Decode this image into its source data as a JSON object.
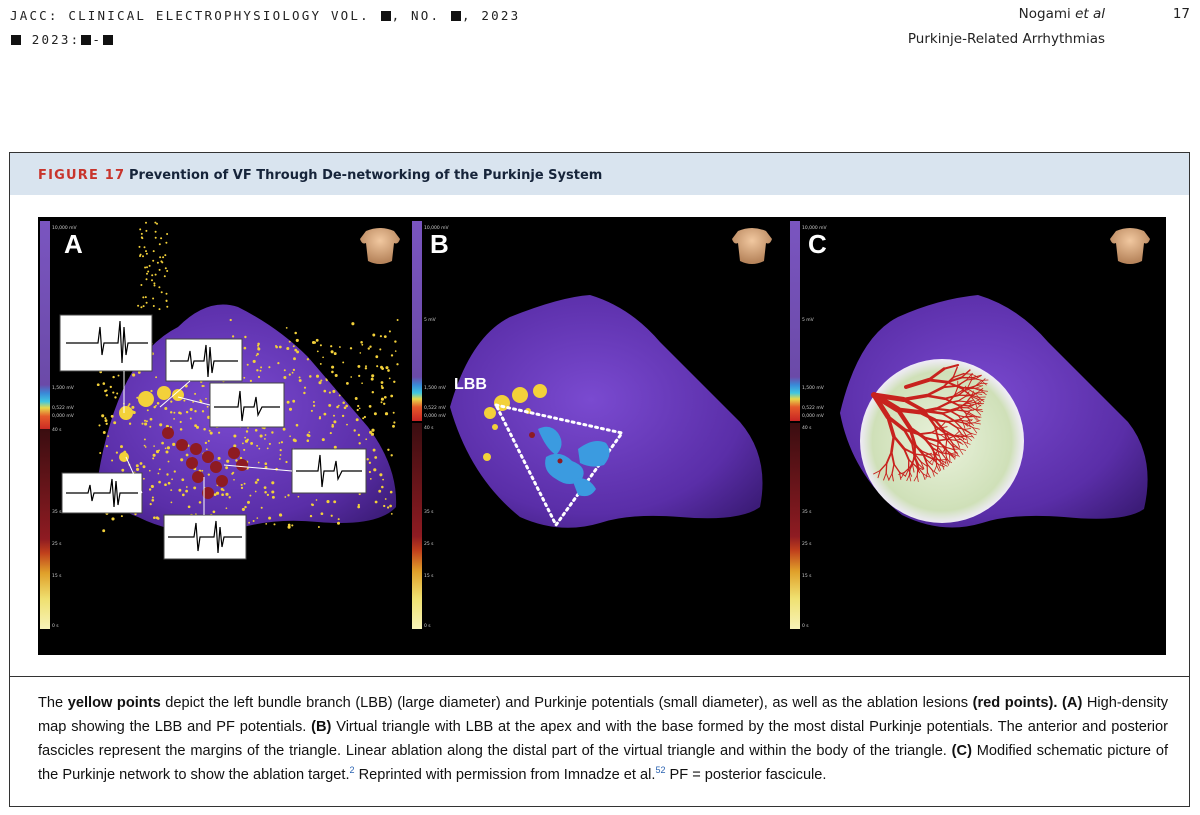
{
  "header": {
    "journal_line1": "JACC: CLINICAL ELECTROPHYSIOLOGY VOL.",
    "journal_no": ", NO.",
    "journal_year": ", 2023",
    "journal_line2_year": "2023:",
    "journal_line2_sep": "-",
    "authors": "Nogami",
    "authors_etal": "et al",
    "running_title": "Purkinje-Related Arrhythmias",
    "page_number": "17"
  },
  "figure": {
    "label": "FIGURE 17",
    "title": "Prevention of VF Through De-networking of the Purkinje System",
    "panels": [
      {
        "letter": "A"
      },
      {
        "letter": "B",
        "annotation": "LBB"
      },
      {
        "letter": "C"
      }
    ],
    "colorbar_labels": {
      "top": "10,000 mV",
      "mid": "5 mV",
      "low1": "1,500 mV",
      "low2": "0,522 mV",
      "low3": "0,000 mV",
      "t0": "40 s",
      "t1": "35 s",
      "t2": "25 s",
      "t3": "15 s",
      "t4": "0 s"
    },
    "colors": {
      "myocardium": "#5a2ea8",
      "yellow_points": "#f3d13a",
      "red_points": "#8e1b22",
      "ablation_blue": "#3b9be0",
      "title_red": "#c8342c",
      "title_bar": "#d9e4ef"
    }
  },
  "caption": {
    "p1": "The ",
    "b1": "yellow points",
    "p2": " depict the left bundle branch (LBB) (large diameter) and Purkinje potentials (small diameter), as well as the ablation lesions ",
    "b2": "(red points). (A)",
    "p3": " High-density map showing the LBB and PF potentials. ",
    "b3": "(B)",
    "p4": " Virtual triangle with LBB at the apex and with the base formed by the most distal Purkinje potentials. The anterior and posterior fascicles represent the margins of the triangle. Linear ablation along the distal part of the virtual triangle and within the body of the triangle. ",
    "b4": "(C)",
    "p5": " Modified schematic picture of the Purkinje network to show the ablation target.",
    "ref1": "2",
    "p6": " Reprinted with permission from Imnadze et al.",
    "ref2": "52",
    "p7": " PF = posterior fascicule."
  }
}
